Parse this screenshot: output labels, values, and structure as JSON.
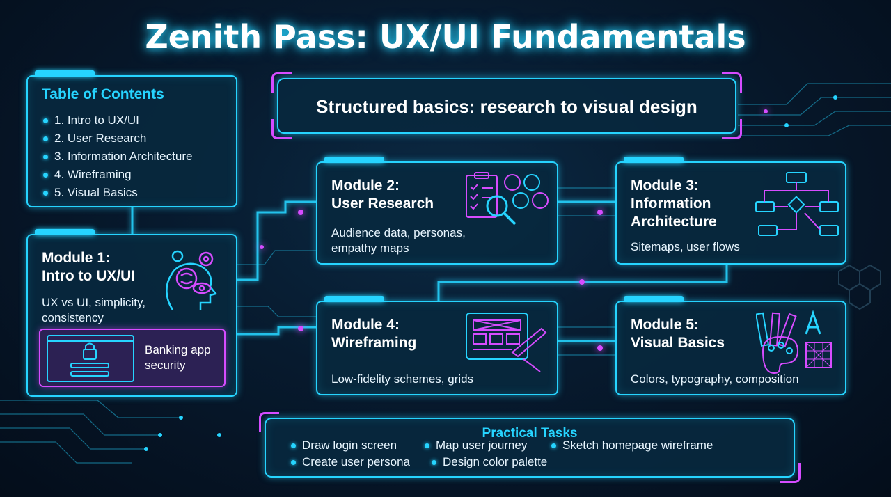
{
  "title": "Zenith Pass: UX/UI Fundamentals",
  "subtitle": "Structured basics: research to visual design",
  "toc": {
    "heading": "Table of Contents",
    "items": [
      "1. Intro to UX/UI",
      "2. User Research",
      "3. Information Architecture",
      "4. Wireframing",
      "5. Visual Basics"
    ]
  },
  "modules": [
    {
      "title": "Module 1:\nIntro to UX/UI",
      "desc": "UX vs UI, simplicity,\nconsistency",
      "icon": "brain-gears-icon"
    },
    {
      "title": "Module 2:\nUser Research",
      "desc": "Audience data, personas,\nempathy maps",
      "icon": "research-icon"
    },
    {
      "title": "Module 3:\nInformation\nArchitecture",
      "desc": "Sitemaps, user flows",
      "icon": "flowchart-icon"
    },
    {
      "title": "Module 4:\nWireframing",
      "desc": "Low-fidelity schemes, grids",
      "icon": "tablet-sketch-icon"
    },
    {
      "title": "Module 5:\nVisual Basics",
      "desc": "Colors, typography, composition",
      "icon": "palette-typography-icon"
    }
  ],
  "example": {
    "label": "Banking app\nsecurity",
    "icon": "lock-icon"
  },
  "tasks": {
    "heading": "Practical Tasks",
    "items": [
      "Draw login screen",
      "Map user journey",
      "Sketch homepage wireframe",
      "Create user persona",
      "Design color palette"
    ]
  },
  "colors": {
    "accent": "#26d4ff",
    "highlight": "#d64cff",
    "background": "#071a2e"
  }
}
